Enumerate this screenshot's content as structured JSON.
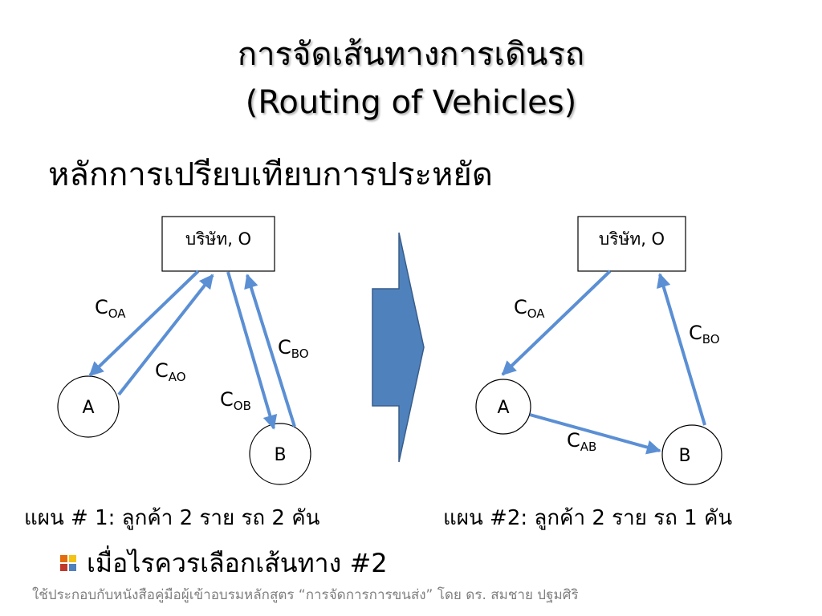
{
  "title": {
    "line1": "การจัดเส้นทางการเดินรถ",
    "line2": "(Routing of Vehicles)"
  },
  "heading": "หลักการเปรียบเทียบการประหยัด",
  "colors": {
    "arrow": "#5b8fd4",
    "block_arrow_fill": "#4f81bd",
    "block_arrow_stroke": "#385d8a",
    "footer_text": "#7f7f7f"
  },
  "plan1": {
    "company_label": "บริษัท, O",
    "node_a": "A",
    "node_b": "B",
    "edges": [
      {
        "main": "C",
        "sub": "OA"
      },
      {
        "main": "C",
        "sub": "AO"
      },
      {
        "main": "C",
        "sub": "OB"
      },
      {
        "main": "C",
        "sub": "BO"
      }
    ],
    "caption": "แผน # 1: ลูกค้า 2 ราย รถ 2 คัน"
  },
  "plan2": {
    "company_label": "บริษัท, O",
    "node_a": "A",
    "node_b": "B",
    "edges": [
      {
        "main": "C",
        "sub": "OA"
      },
      {
        "main": "C",
        "sub": "BO"
      },
      {
        "main": "C",
        "sub": "AB"
      }
    ],
    "caption": "แผน #2: ลูกค้า 2 ราย รถ 1 คัน"
  },
  "bullet": {
    "icon": "bullet-square-icon",
    "text": "เมื่อไรควรเลือกเส้นทาง #2"
  },
  "footer": "ใช้ประกอบกับหนังสือคู่มือผู้เข้าอบรมหลักสูตร “การจัดการการขนส่ง” โดย ดร.  สมชาย ปฐมศิริ"
}
